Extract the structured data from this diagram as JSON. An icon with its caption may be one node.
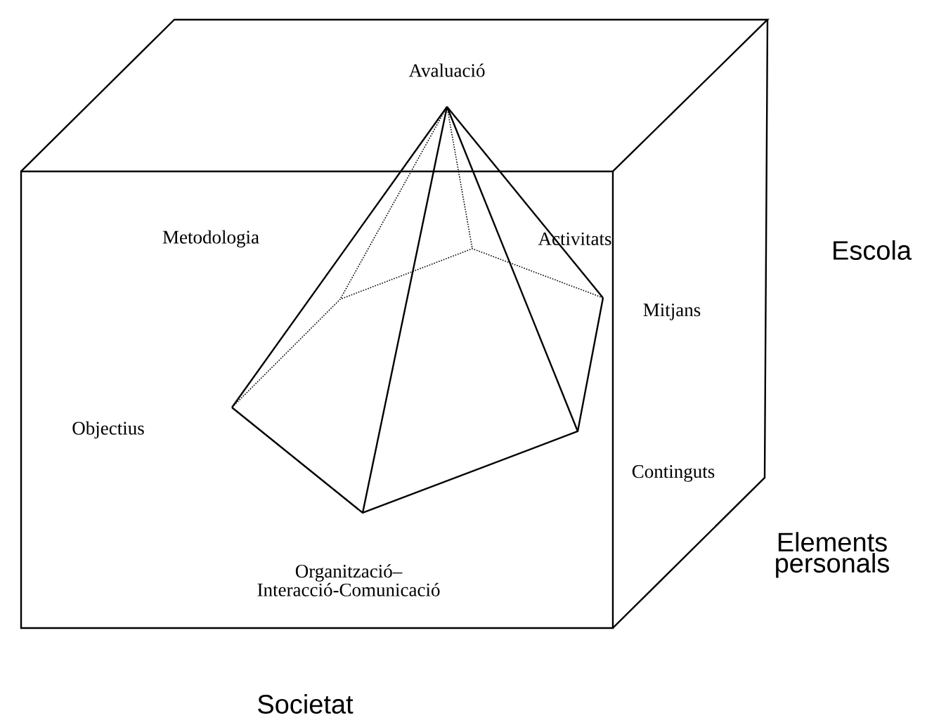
{
  "diagram": {
    "labels": [
      "Avaluació",
      "Metodologia",
      "Activitats",
      "Escola",
      "Mitjans",
      "Objectius",
      "Continguts",
      "Organització–Interacció-Comunicació",
      "Elements personals",
      "Societat"
    ]
  }
}
